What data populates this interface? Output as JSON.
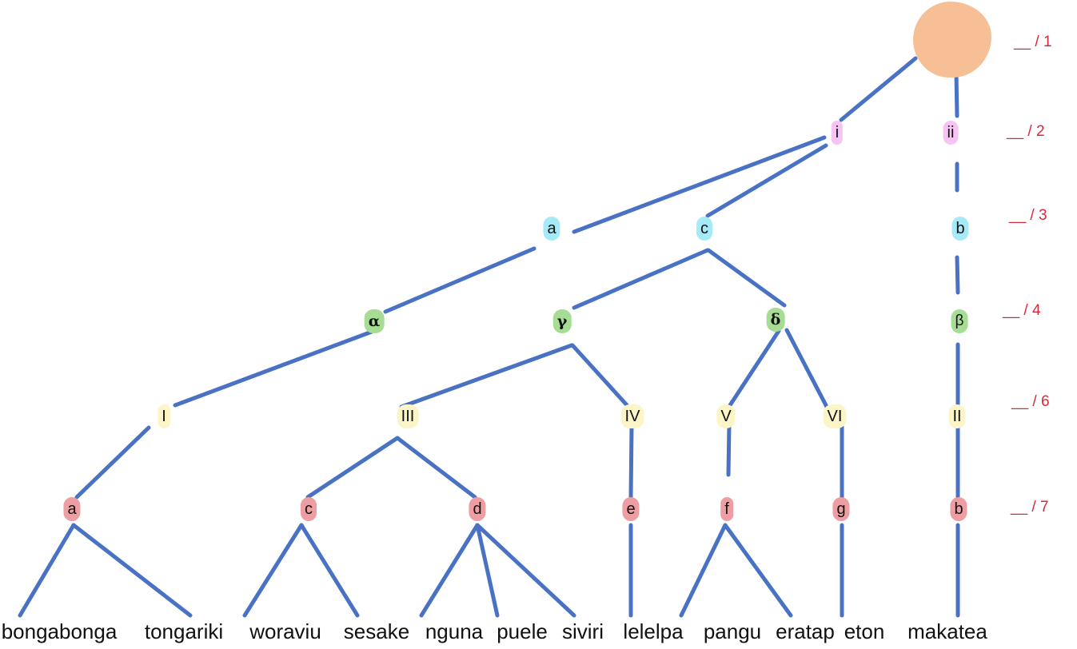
{
  "colors": {
    "edge": "#4a72c4",
    "level_score": "#d62a3a",
    "root_blob": "#f7bf96",
    "level2": "#f6c4f2",
    "level3": "#a6eaf8",
    "level4": "#a6dc94",
    "level6": "#fbf5c8",
    "level7": "#ee9ea2"
  },
  "level_scores": [
    "__ / 1",
    "__ / 2",
    "__ / 3",
    "__ / 4",
    "__ / 6",
    "__ / 7"
  ],
  "nodes": {
    "l2_i": "i",
    "l2_ii": "ii",
    "l3_a": "a",
    "l3_c": "c",
    "l3_b": "b",
    "l4_alpha": "α",
    "l4_gamma": "γ",
    "l4_delta": "δ",
    "l4_beta": "β",
    "l6_I": "I",
    "l6_III": "III",
    "l6_IV": "IV",
    "l6_V": "V",
    "l6_VI": "VI",
    "l6_II": "II",
    "l7_a": "a",
    "l7_c": "c",
    "l7_d": "d",
    "l7_e": "e",
    "l7_f": "f",
    "l7_g": "g",
    "l7_b": "b"
  },
  "leaves": [
    "bongabonga",
    "tongariki",
    "woraviu",
    "sesake",
    "nguna",
    "puele",
    "siviri",
    "lelelpa",
    "pangu",
    "eratap",
    "eton",
    "makatea"
  ]
}
